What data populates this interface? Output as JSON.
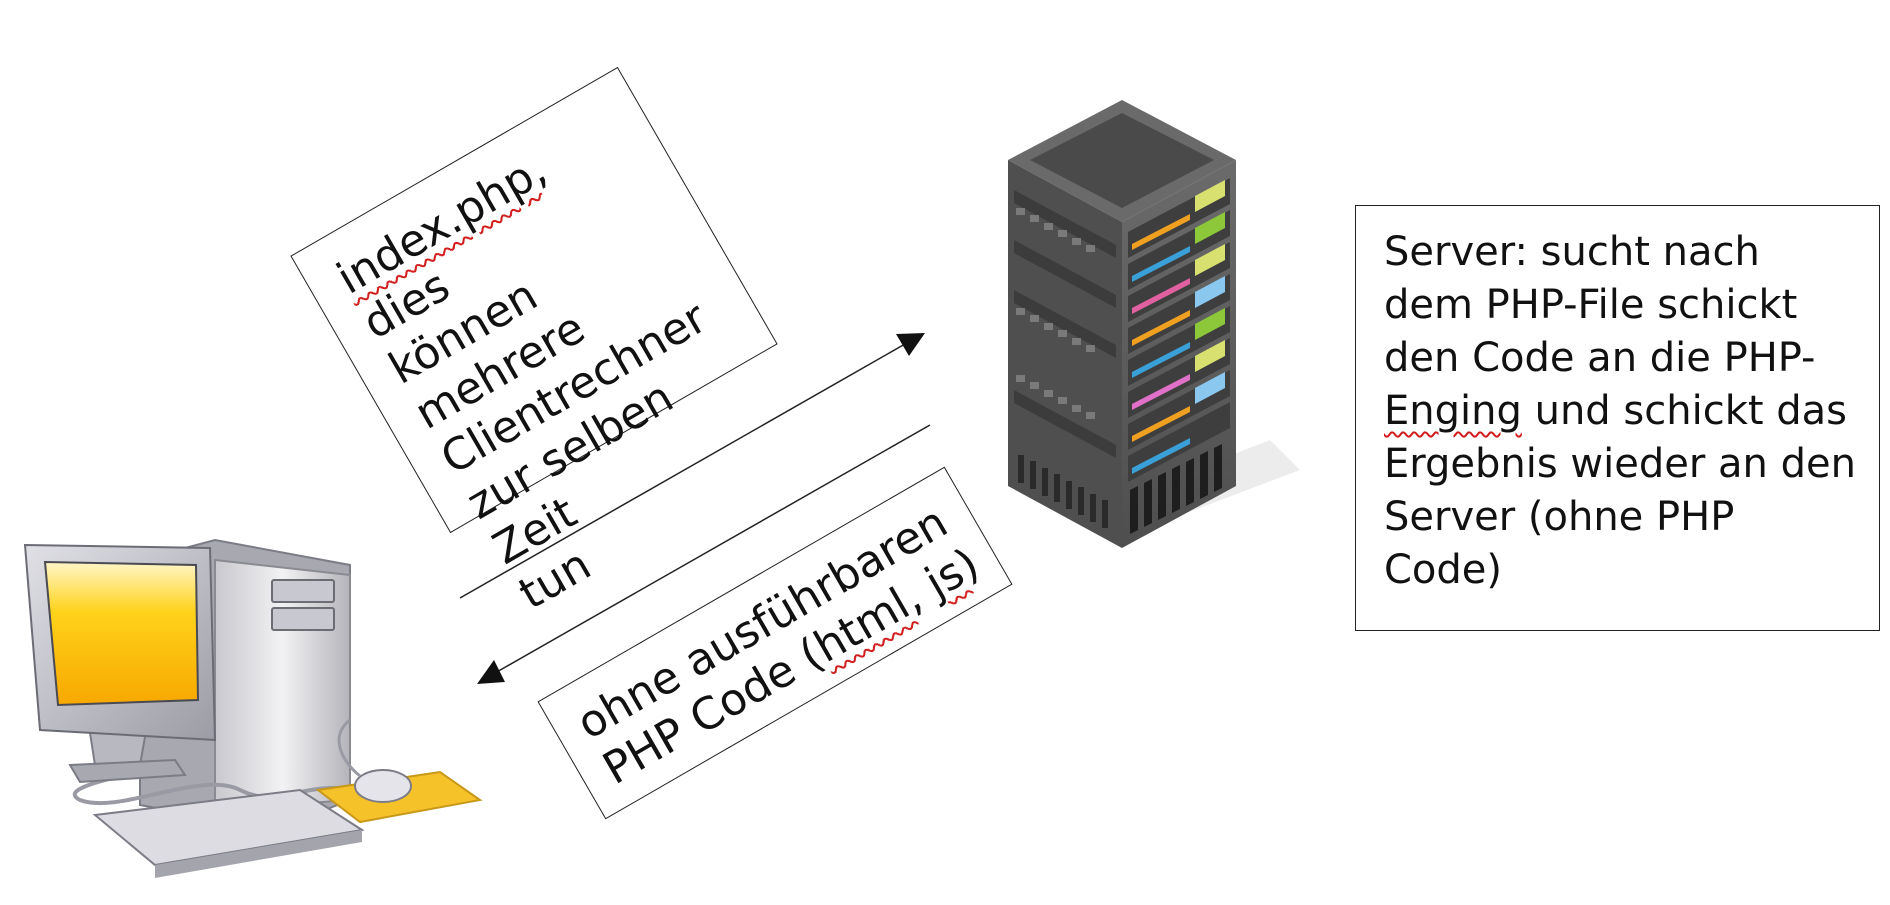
{
  "request_note": {
    "segments": [
      {
        "text": "index.php",
        "flagged": true
      },
      {
        "text": ", dies\nkönnen\nmehrere\nClientrechner\nzur selben Zeit\ntun",
        "flagged": false
      }
    ]
  },
  "response_note": {
    "segments": [
      {
        "text": "ohne ausführbaren\nPHP Code (",
        "flagged": false
      },
      {
        "text": "html",
        "flagged": true
      },
      {
        "text": ", ",
        "flagged": false
      },
      {
        "text": "js",
        "flagged": true
      },
      {
        "text": ")",
        "flagged": false
      }
    ]
  },
  "server_note": {
    "segments": [
      {
        "text": "Server: sucht nach\ndem PHP-File schickt\nden Code an die PHP-\n",
        "flagged": false
      },
      {
        "text": "Enging",
        "flagged": true
      },
      {
        "text": " und schickt das\nErgebnis wieder an den\nServer (ohne PHP\nCode)",
        "flagged": false
      }
    ]
  },
  "icons": {
    "client": "desktop-computer-icon",
    "server": "server-rack-icon"
  },
  "colors": {
    "spellcheck_underline": "#d21d1d",
    "monitor_screen": "#ffd21a",
    "mousepad": "#f5c22a",
    "rack_body": "#5d5d5d"
  }
}
